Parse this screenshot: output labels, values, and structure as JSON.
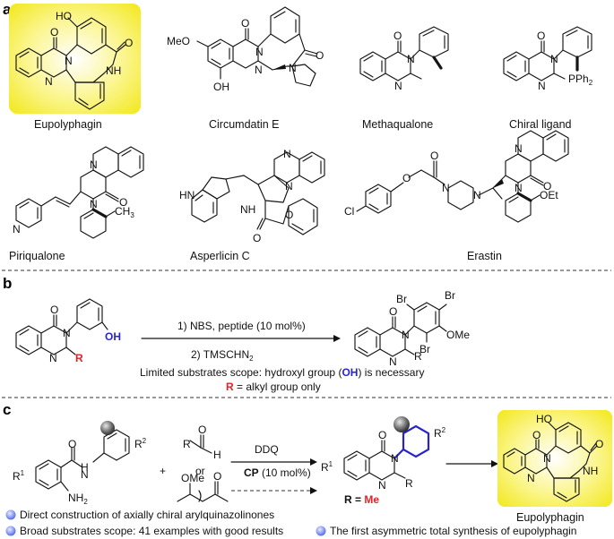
{
  "panels": {
    "a": "a",
    "b": "b",
    "c": "c"
  },
  "colors": {
    "highlight_yellow": "#f7ee23",
    "accent_blue": "#2a24c8",
    "accent_red": "#e0242a",
    "bullet_blue": "#7b8ff0"
  },
  "panel_a": {
    "compounds": [
      "Eupolyphagin",
      "Circumdatin E",
      "Methaqualone",
      "Chiral ligand",
      "Piriqualone",
      "Asperlicin  C",
      "Erastin"
    ]
  },
  "atoms": {
    "O": "O",
    "N": "N",
    "H": "H",
    "NH": "NH",
    "HN": "HN",
    "HO": "HO",
    "OH": "OH",
    "MeO": "MeO",
    "OMe": "OMe",
    "OEt": "OEt",
    "Cl": "Cl",
    "Br": "Br",
    "PPh": "PPh",
    "sub2": "2",
    "CH": "CH",
    "sub3": "3",
    "R": "R",
    "R1": "R",
    "sup1": "1",
    "R2": "R",
    "sup2": "2"
  },
  "panel_b": {
    "step1": "1) NBS, peptide (10 mol%)",
    "step2": "2) TMSCHN",
    "step2_sub": "2",
    "scope_line1_pre": "Limited substrates scope: hydroxyl group (",
    "scope_line1_hl": "OH",
    "scope_line1_post": ") is necessary",
    "scope_line2_hl": "R",
    "scope_line2_post": " = alkyl group only"
  },
  "panel_c": {
    "reagent_top": "DDQ",
    "catalyst_bold": "CP",
    "catalyst_rest": " (10 mol%)",
    "plus": "+",
    "or": "or",
    "product_r_eq": "R = ",
    "product_r_val": "Me",
    "target": "Eupolyphagin",
    "bullets": [
      "Direct construction of axially chiral arylquinazolinones",
      "Broad substrates scope: 41 examples with good results",
      "The first asymmetric total synthesis of eupolyphagin"
    ]
  }
}
